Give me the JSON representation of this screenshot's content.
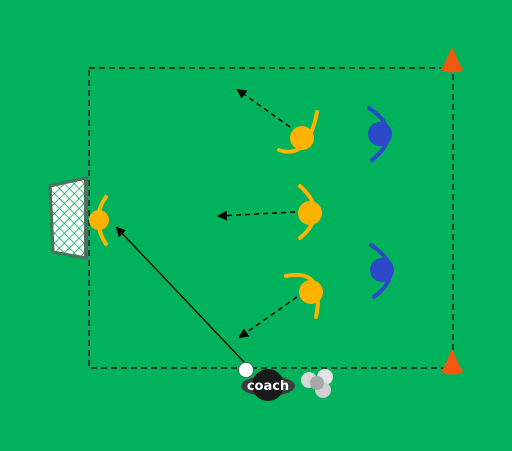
{
  "field": {
    "background": "#00b25b",
    "boundary_style": "dashed"
  },
  "colors": {
    "attacker": "#ffb300",
    "defender": "#2b49c8",
    "cone": "#f15a0e",
    "coach_body": "#1a1a1a",
    "goal_frame": "#4f6f5f",
    "ball": "#ffffff",
    "arrow": "#000000"
  },
  "coach": {
    "label": "coach",
    "icon": "coach-icon"
  },
  "players": {
    "goalkeeper": {
      "team": "attacker",
      "role": "goalkeeper"
    },
    "attackers": [
      {
        "name": "attacker-top"
      },
      {
        "name": "attacker-middle"
      },
      {
        "name": "attacker-bottom"
      }
    ],
    "defenders": [
      {
        "name": "defender-top"
      },
      {
        "name": "defender-bottom"
      }
    ]
  },
  "equipment": [
    "cone",
    "cone",
    "goal",
    "ball",
    "ball-stack"
  ],
  "arrows": [
    {
      "style": "solid",
      "meaning": "pass"
    },
    {
      "style": "dashed",
      "meaning": "run"
    },
    {
      "style": "dashed",
      "meaning": "run"
    },
    {
      "style": "dashed",
      "meaning": "run"
    }
  ]
}
